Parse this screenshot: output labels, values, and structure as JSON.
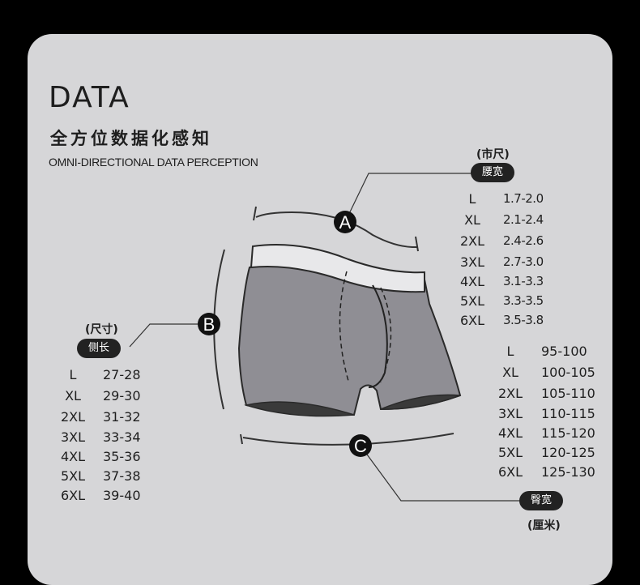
{
  "header": {
    "title": "DATA",
    "subtitle_cn": "全方位数据化感知",
    "subtitle_en": "OMNI-DIRECTIONAL DATA PERCEPTION"
  },
  "markers": {
    "a": "A",
    "b": "B",
    "c": "C"
  },
  "waist": {
    "unit": "(市尺)",
    "label": "腰宽",
    "rows": [
      {
        "size": "L",
        "value": "1.7-2.0"
      },
      {
        "size": "XL",
        "value": "2.1-2.4"
      },
      {
        "size": "2XL",
        "value": "2.4-2.6"
      },
      {
        "size": "3XL",
        "value": "2.7-3.0"
      },
      {
        "size": "4XL",
        "value": "3.1-3.3"
      },
      {
        "size": "5XL",
        "value": "3.3-3.5"
      },
      {
        "size": "6XL",
        "value": "3.5-3.8"
      }
    ]
  },
  "side": {
    "unit": "(尺寸)",
    "label": "侧长",
    "rows": [
      {
        "size": "L",
        "value": "27-28"
      },
      {
        "size": "XL",
        "value": "29-30"
      },
      {
        "size": "2XL",
        "value": "31-32"
      },
      {
        "size": "3XL",
        "value": "33-34"
      },
      {
        "size": "4XL",
        "value": "35-36"
      },
      {
        "size": "5XL",
        "value": "37-38"
      },
      {
        "size": "6XL",
        "value": "39-40"
      }
    ]
  },
  "hip": {
    "unit": "(厘米)",
    "label": "臀宽",
    "rows": [
      {
        "size": "L",
        "value": "95-100"
      },
      {
        "size": "XL",
        "value": "100-105"
      },
      {
        "size": "2XL",
        "value": "105-110"
      },
      {
        "size": "3XL",
        "value": "110-115"
      },
      {
        "size": "4XL",
        "value": "115-120"
      },
      {
        "size": "5XL",
        "value": "120-125"
      },
      {
        "size": "6XL",
        "value": "125-130"
      }
    ]
  },
  "colors": {
    "background": "#000000",
    "card": "#d6d6d8",
    "garment": "#8f8e94",
    "pill": "#222222"
  }
}
